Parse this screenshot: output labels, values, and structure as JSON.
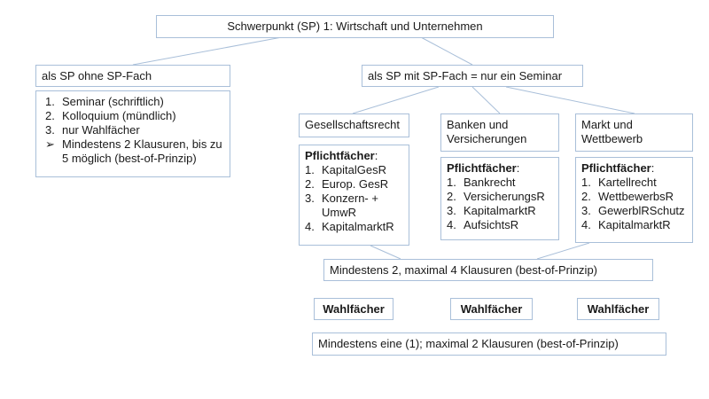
{
  "diagram": {
    "root": "Schwerpunkt (SP) 1: Wirtschaft und Unternehmen",
    "left": {
      "title": "als SP ohne SP-Fach",
      "items": [
        {
          "marker": "1.",
          "text": "Seminar (schriftlich)"
        },
        {
          "marker": "2.",
          "text": "Kolloquium (mündlich)"
        },
        {
          "marker": "3.",
          "text": "nur Wahlfächer"
        },
        {
          "marker": "➢",
          "text": "Mindestens 2 Klausuren, bis zu 5 möglich (best-of-Prinzip)"
        }
      ]
    },
    "right": {
      "title": "als SP mit SP-Fach = nur ein Seminar",
      "columns": [
        {
          "title": "Gesellschaftsrecht",
          "header": "Pflichtfächer",
          "items": [
            {
              "marker": "1.",
              "text": "KapitalGesR"
            },
            {
              "marker": "2.",
              "text": "Europ. GesR"
            },
            {
              "marker": "3.",
              "text": "Konzern- + UmwR"
            },
            {
              "marker": "4.",
              "text": "KapitalmarktR"
            }
          ]
        },
        {
          "title": "Banken und Versicherungen",
          "header": "Pflichtfächer",
          "items": [
            {
              "marker": "1.",
              "text": "Bankrecht"
            },
            {
              "marker": "2.",
              "text": "VersicherungsR"
            },
            {
              "marker": "3.",
              "text": "KapitalmarktR"
            },
            {
              "marker": "4.",
              "text": "AufsichtsR"
            }
          ]
        },
        {
          "title": "Markt und Wettbewerb",
          "header": "Pflichtfächer",
          "items": [
            {
              "marker": "1.",
              "text": "Kartellrecht"
            },
            {
              "marker": "2.",
              "text": "WettbewerbsR"
            },
            {
              "marker": "3.",
              "text": "GewerblRSchutz"
            },
            {
              "marker": "4.",
              "text": "KapitalmarktR"
            }
          ]
        }
      ],
      "pflicht_rule": "Mindestens 2, maximal 4 Klausuren (best-of-Prinzip)",
      "wahl_labels": [
        "Wahlfächer",
        "Wahlfächer",
        "Wahlfächer"
      ],
      "wahl_rule": "Mindestens eine (1); maximal 2 Klausuren (best-of-Prinzip)"
    }
  }
}
